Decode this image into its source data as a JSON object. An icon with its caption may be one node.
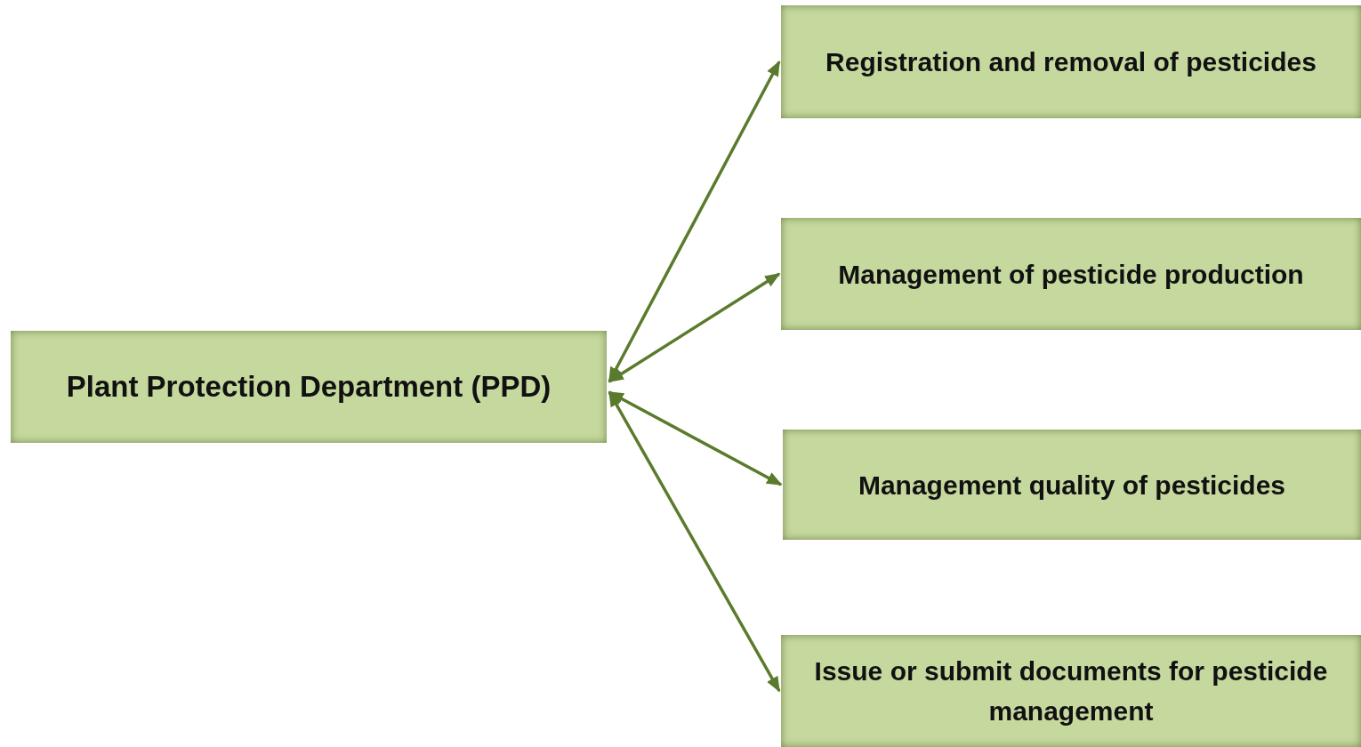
{
  "diagram": {
    "nodes": [
      {
        "text": [
          "Plant Protection Department (PPD)"
        ]
      },
      {
        "text": [
          "Registration and removal of pesticides"
        ]
      },
      {
        "text": [
          "Management of pesticide production"
        ]
      },
      {
        "text": [
          "Management quality of pesticides"
        ]
      },
      {
        "text": [
          "Issue or submit documents for pesticide management"
        ]
      }
    ],
    "edges": [
      {
        "from": 0,
        "to": 1,
        "arrow": "both"
      },
      {
        "from": 0,
        "to": 2,
        "arrow": "both"
      },
      {
        "from": 0,
        "to": 3,
        "arrow": "both"
      },
      {
        "from": 0,
        "to": 4,
        "arrow": "both"
      }
    ]
  }
}
